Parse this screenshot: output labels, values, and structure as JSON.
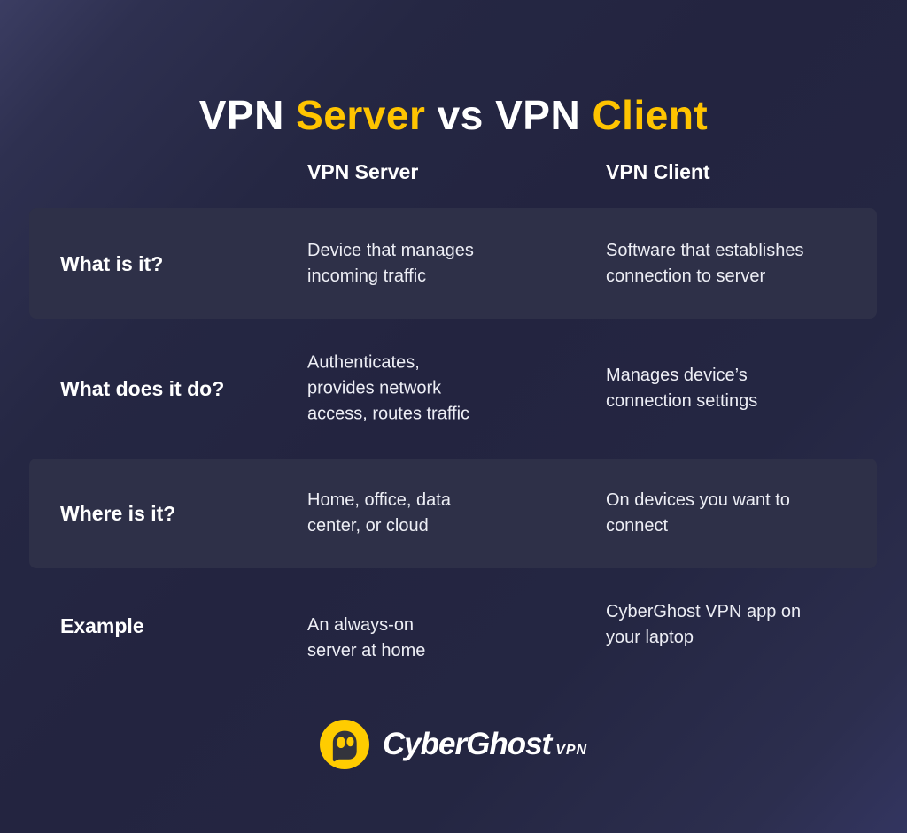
{
  "title": {
    "full": "VPN Server vs VPN Client",
    "segments": [
      {
        "text": "VPN ",
        "color": "#ffffff"
      },
      {
        "text": "Server",
        "color": "#ffc400"
      },
      {
        "text": " vs VPN ",
        "color": "#ffffff"
      },
      {
        "text": "Client",
        "color": "#ffc400"
      }
    ]
  },
  "table": {
    "columns": [
      "VPN Server",
      "VPN Client"
    ],
    "rows": [
      {
        "label": "What is it?",
        "server": "Device that manages\nincoming traffic",
        "client": "Software that establishes\nconnection to server",
        "highlighted": true
      },
      {
        "label": "What does it do?",
        "server": "Authenticates,\nprovides network\naccess, routes traffic",
        "client": "Manages device’s\nconnection settings",
        "highlighted": false
      },
      {
        "label": "Where is it?",
        "server": "Home, office, data\ncenter, or cloud",
        "client": "On devices you want to\nconnect",
        "highlighted": true
      },
      {
        "label": "Example",
        "server": "An always-on\nserver at home",
        "client": "CyberGhost VPN app on\nyour laptop",
        "highlighted": false
      }
    ]
  },
  "footer": {
    "brand": "CyberGhost",
    "brand_suffix": "VPN",
    "icon": "ghost-icon"
  },
  "colors": {
    "accent_yellow": "#ffc400",
    "logo_yellow": "#ffcc00",
    "row_band": "#2e3048",
    "background": "#232440",
    "text_primary": "#ffffff",
    "text_body": "#edeef5"
  },
  "chart_data": {
    "type": "table",
    "title": "VPN Server vs VPN Client",
    "columns": [
      "",
      "VPN Server",
      "VPN Client"
    ],
    "rows": [
      [
        "What is it?",
        "Device that manages incoming traffic",
        "Software that establishes connection to server"
      ],
      [
        "What does it do?",
        "Authenticates, provides network access, routes traffic",
        "Manages device’s connection settings"
      ],
      [
        "Where is it?",
        "Home, office, data center, or cloud",
        "On devices you want to connect"
      ],
      [
        "Example",
        "An always-on server at home",
        "CyberGhost VPN app on your laptop"
      ]
    ],
    "layout": {
      "highlighted_rows": [
        0,
        2
      ],
      "legend": false,
      "grid": false
    }
  }
}
